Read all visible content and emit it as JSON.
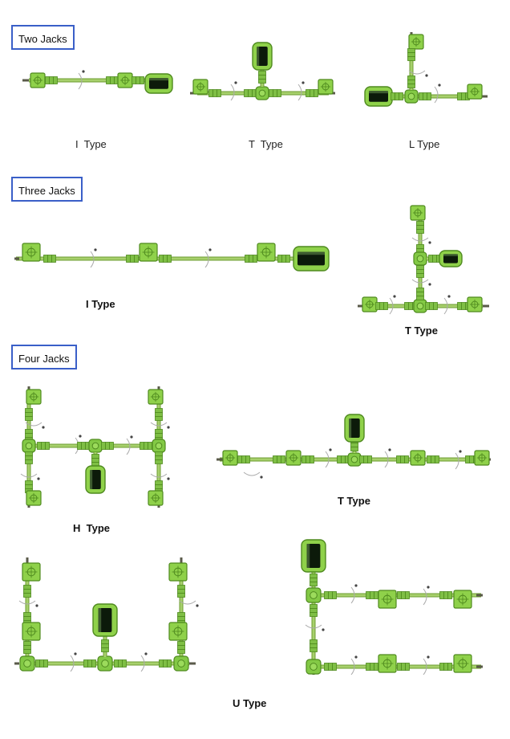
{
  "sections": {
    "two_jacks": {
      "label": "Two Jacks",
      "captions": {
        "i": "I  Type",
        "t": "T  Type",
        "l": "L Type"
      }
    },
    "three_jacks": {
      "label": "Three Jacks",
      "captions": {
        "i": "I Type",
        "t": "T Type"
      }
    },
    "four_jacks": {
      "label": "Four Jacks",
      "captions": {
        "h": "H  Type",
        "t": "T Type",
        "u": "U Type"
      }
    }
  },
  "colors": {
    "jack_fill": "#8fd14a",
    "jack_stroke": "#4f8a1f",
    "shaft": "#a7d06c",
    "shaft_stroke": "#6e9c32",
    "motor_core": "#0c1a0a"
  },
  "icons": {
    "jack": "screw-jack-icon",
    "motor": "motor-icon",
    "gearbox": "gearbox-icon",
    "coupling": "coupling-icon"
  }
}
